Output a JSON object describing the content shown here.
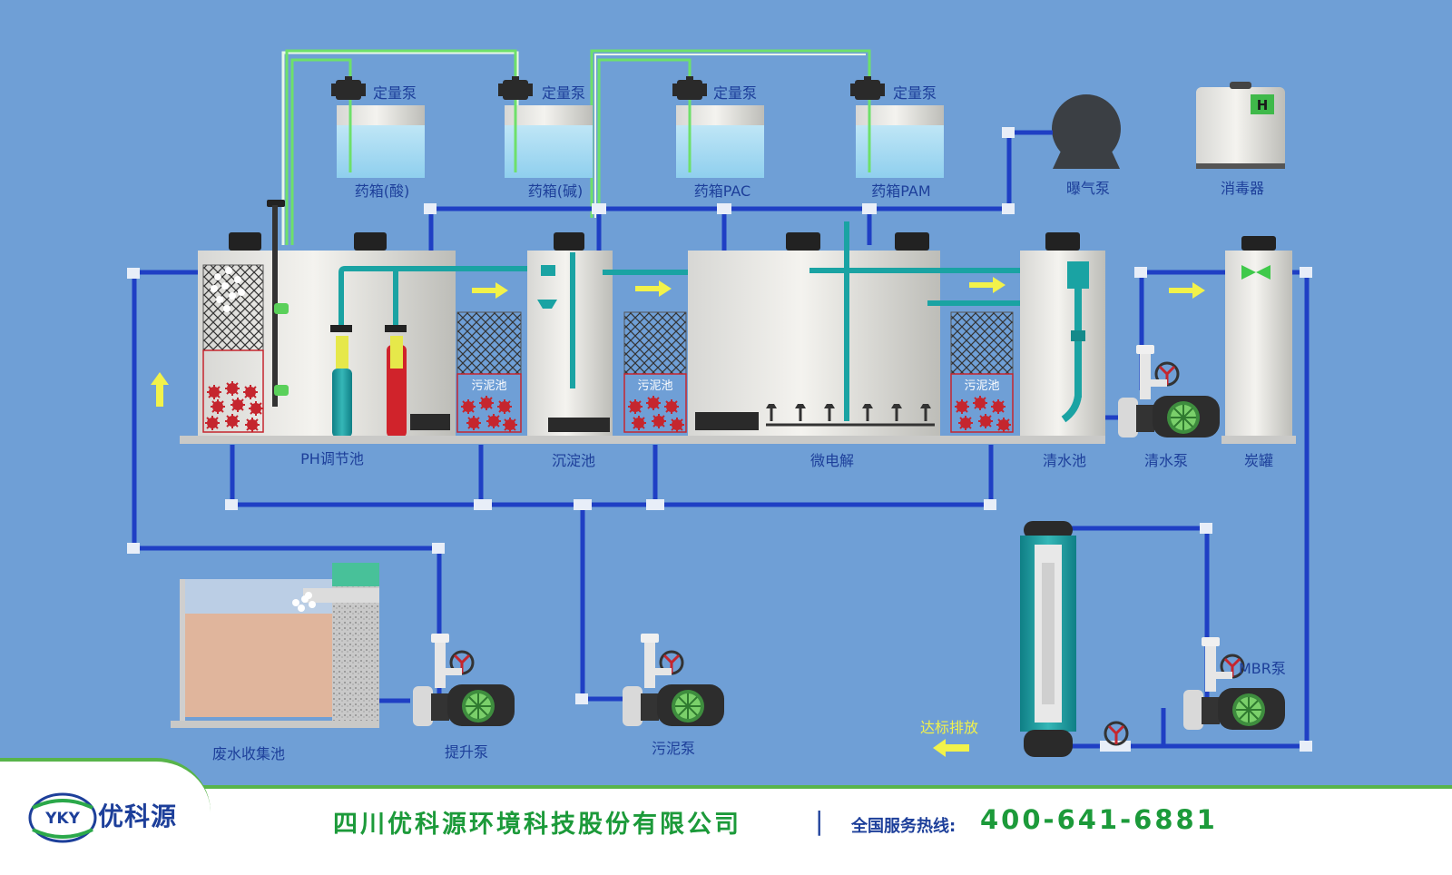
{
  "labels": {
    "dosing_pump": "定量泵",
    "tank_acid": "药箱(酸)",
    "tank_base": "药箱(碱)",
    "tank_pac": "药箱PAC",
    "tank_pam": "药箱PAM",
    "aeration_pump": "曝气泵",
    "disinfector": "消毒器",
    "disinfector_badge": "H",
    "ph_tank": "PH调节池",
    "settling_tank": "沉淀池",
    "micro_electrolysis": "微电解",
    "clear_water_tank": "清水池",
    "clear_water_pump": "清水泵",
    "carbon_tank": "炭罐",
    "sludge_tank": "污泥池",
    "wastewater_tank": "废水收集池",
    "lift_pump": "提升泵",
    "sludge_pump": "污泥泵",
    "mbr_pump": "MBR泵",
    "discharge": "达标排放"
  },
  "footer": {
    "logo_abbr": "YKY",
    "logo_name": "优科源",
    "company": "四川优科源环境科技股份有限公司",
    "divider": "|",
    "hotline_label": "全国服务热线:",
    "hotline_number": "400-641-6881"
  },
  "colors": {
    "background": "#6f9fd6",
    "pipe": "#1f3fc4",
    "pipe_process": "#1aa3a3",
    "dosing_line": "#7ee07a",
    "label": "#1d3f9a",
    "brand_green": "#1c9a3a",
    "arrow": "#f2f24a"
  }
}
